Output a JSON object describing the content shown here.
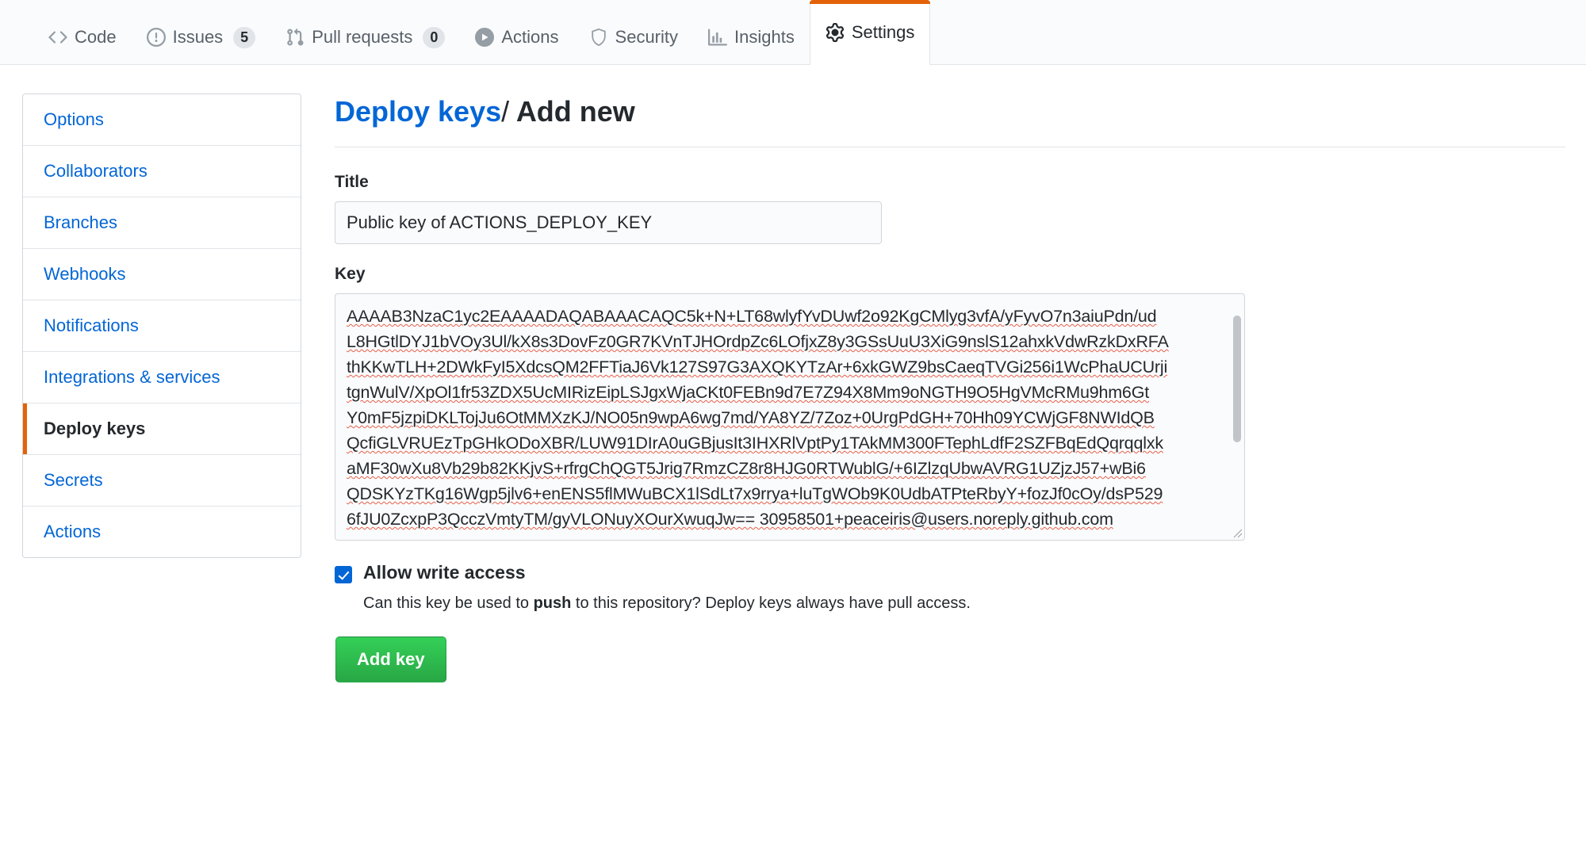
{
  "repo_nav": {
    "items": [
      {
        "label": "Code",
        "icon": "code-icon",
        "count": null,
        "selected": false
      },
      {
        "label": "Issues",
        "icon": "issue-icon",
        "count": "5",
        "selected": false
      },
      {
        "label": "Pull requests",
        "icon": "pr-icon",
        "count": "0",
        "selected": false
      },
      {
        "label": "Actions",
        "icon": "play-icon",
        "count": null,
        "selected": false
      },
      {
        "label": "Security",
        "icon": "shield-icon",
        "count": null,
        "selected": false
      },
      {
        "label": "Insights",
        "icon": "graph-icon",
        "count": null,
        "selected": false
      },
      {
        "label": "Settings",
        "icon": "gear-icon",
        "count": null,
        "selected": true
      }
    ]
  },
  "sidebar": {
    "items": [
      {
        "label": "Options",
        "selected": false
      },
      {
        "label": "Collaborators",
        "selected": false
      },
      {
        "label": "Branches",
        "selected": false
      },
      {
        "label": "Webhooks",
        "selected": false
      },
      {
        "label": "Notifications",
        "selected": false
      },
      {
        "label": "Integrations & services",
        "selected": false
      },
      {
        "label": "Deploy keys",
        "selected": true
      },
      {
        "label": "Secrets",
        "selected": false
      },
      {
        "label": "Actions",
        "selected": false
      }
    ]
  },
  "main": {
    "breadcrumb_link": "Deploy keys",
    "breadcrumb_separator": "/",
    "breadcrumb_current": "Add new",
    "title_label": "Title",
    "title_value": "Public key of ACTIONS_DEPLOY_KEY",
    "key_label": "Key",
    "key_lines": [
      "AAAAB3NzaC1yc2EAAAADAQABAAACAQC5k+N+LT68wlyfYvDUwf2o92KgCMlyg3vfA/yFyvO7n3aiuPdn/ud",
      "L8HGtlDYJ1bVOy3Ul/kX8s3DovFz0GR7KVnTJHOrdpZc6LOfjxZ8y3GSsUuU3XiG9nslS12ahxkVdwRzkDxRFA",
      "thKKwTLH+2DWkFyI5XdcsQM2FFTiaJ6Vk127S97G3AXQKYTzAr+6xkGWZ9bsCaeqTVGi256i1WcPhaUCUrji",
      "tgnWulV/XpOl1fr53ZDX5UcMIRizEipLSJgxWjaCKt0FEBn9d7E7Z94X8Mm9oNGTH9O5HgVMcRMu9hm6Gt",
      "Y0mF5jzpiDKLTojJu6OtMMXzKJ/NO05n9wpA6wg7md/YA8YZ/7Zoz+0UrgPdGH+70Hh09YCWjGF8NWIdQB",
      "QcfiGLVRUEzTpGHkODoXBR/LUW91DIrA0uGBjusIt3IHXRlVptPy1TAkMM300FTephLdfF2SZFBqEdQqrqqlxk",
      "aMF30wXu8Vb29b82KKjvS+rfrgChQGT5Jrig7RmzCZ8r8HJG0RTWublG/+6IZlzqUbwAVRG1UZjzJ57+wBi6",
      "QDSKYzTKg16Wgp5jlv6+enENS5flMWuBCX1lSdLt7x9rrya+luTgWOb9K0UdbATPteRbyY+fozJf0cOy/dsP529",
      "6fJU0ZcxpP3QcczVmtyTM/gyVLONuyXOurXwuqJw== 30958501+peaceiris@users.noreply.github.com"
    ],
    "checkbox_label": "Allow write access",
    "checkbox_checked": true,
    "checkbox_desc_before": "Can this key be used to ",
    "checkbox_desc_bold": "push",
    "checkbox_desc_after": " to this repository? Deploy keys always have pull access.",
    "submit_label": "Add key"
  },
  "colors": {
    "link": "#0366d6",
    "accent_orange": "#e36209",
    "button_green": "#28a745",
    "spellcheck_red": "#e8604a",
    "text": "#24292e",
    "muted": "#586069",
    "border": "#e1e4e8",
    "input_bg": "#fafbfc"
  }
}
